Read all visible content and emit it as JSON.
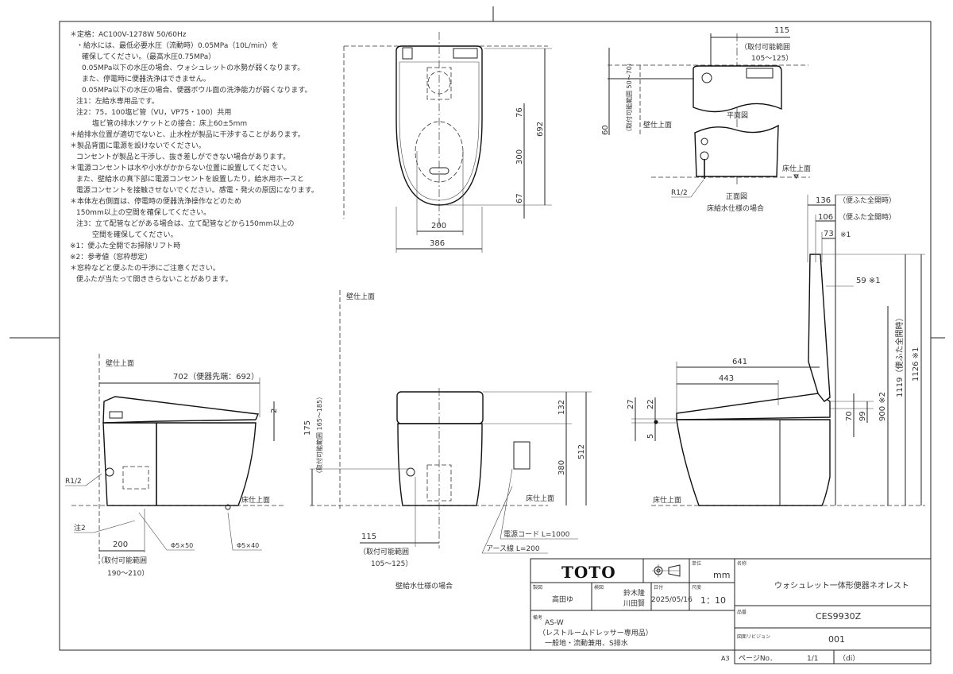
{
  "notes": [
    "＊定格：AC100V-1278W 50/60Hz",
    "・給水には、最低必要水圧（流動時）0.05MPa（10L/min）を",
    "確保してください。（最高水圧0.75MPa）",
    "0.05MPa以下の水圧の場合、ウォシュレットの水勢が弱くなります。",
    "また、停電時に便器洗浄はできません。",
    "0.05MPa以下の水圧の場合、便器ボウル面の洗浄能力が弱くなります。",
    "注1：左給水専用品です。",
    "注2：75，100塩ビ管（VU，VP75・100）共用",
    "塩ビ管の排水ソケットとの接合：床上60±5mm",
    "＊給排水位置が適切でないと、止水栓が製品に干渉することがあります。",
    "＊製品背面に電源を設けないでください。",
    "コンセントが製品と干渉し、抜き差しができない場合があります。",
    "＊電源コンセントは水や小水がかからない位置に設置してください。",
    "また、壁給水の真下部に電源コンセントを設置したり，給水用ホースと",
    "電源コンセントを接触させないでください。感電・発火の原因になります。",
    "＊本体左右側面は、停電時の便器洗浄操作などのため",
    "150mm以上の空間を確保してください。",
    "注3：立て配管などがある場合は、立て配管などから150mm以上の",
    "空間を確保してください。",
    "※1：便ふた全開でお掃除リフト時",
    "※2：参考値（窓枠想定）",
    "＊窓枠などと便ふたの干渉にご注意ください。",
    "便ふたが当たって開ききらないことがあります。"
  ],
  "plan_view": {
    "dims": {
      "width": "386",
      "bowl_width": "200",
      "length": "692",
      "d76": "76",
      "d300": "300",
      "d67": "67"
    }
  },
  "floor_supply": {
    "dim_115": "115",
    "range_label": "（取付可能範囲",
    "range_115": "105～125）",
    "dim_60": "60",
    "range_60": "（取付可能範囲 50～70）",
    "wall_label": "壁仕上面",
    "plan_label": "平面図",
    "floor_label": "床仕上面",
    "r12": "R1/2",
    "front_label": "正面図",
    "caption": "床給水仕様の場合"
  },
  "side_view": {
    "wall_label": "壁仕上面",
    "dim_702": "702（便器先端：692）",
    "dim_2": "2",
    "r12": "R1/2",
    "note2": "注2",
    "dim_200": "200",
    "range_label": "（取付可能範囲",
    "range_200": "190～210）",
    "anchor_50": "Φ5×50",
    "anchor_40": "Φ5×40",
    "floor_label": "床仕上面"
  },
  "front_view": {
    "wall_label": "壁仕上面",
    "dim_175": "175",
    "range_175": "（取付可能範囲 165～185）",
    "dim_132": "132",
    "dim_380": "380",
    "dim_512": "512",
    "dim_115": "115",
    "range_label": "（取付可能範囲",
    "range_115": "105～125）",
    "power_cord": "電源コード L=1000",
    "earth_wire": "アース線 L=200",
    "floor_label": "床仕上面",
    "caption": "壁給水仕様の場合"
  },
  "open_view": {
    "dim_136": "136",
    "dim_106": "106",
    "dim_73": "73",
    "note_open": "（便ふた全開時）",
    "note_open2": "（便ふた全開時）",
    "mark1": "※1",
    "dim_59": "59 ※1",
    "dim_641": "641",
    "dim_443": "443",
    "dim_27": "27",
    "dim_22": "22",
    "dim_5": "5",
    "dim_70": "70",
    "dim_99": "99",
    "dim_900": "900 ※2",
    "dim_1119": "1119（便ふた全開時）",
    "dim_1126": "1126 ※1",
    "floor_label": "床仕上面"
  },
  "title_block": {
    "logo": "TOTO",
    "unit_label": "単位",
    "unit": "mm",
    "name_label": "名称",
    "name": "ウォシュレット一体形便器ネオレスト",
    "drawn_label": "製図",
    "drawn_by": "高田ゆ",
    "checked_label": "検図",
    "checked_by_1": "鈴木隆",
    "checked_by_2": "川田賢",
    "date_label": "日付",
    "date": "2025/05/16",
    "scale_label": "尺度",
    "scale": "1：10",
    "product_label": "品番",
    "product_no": "CES9930Z",
    "remarks_label": "備考",
    "remarks_1": "AS-W",
    "remarks_2": "（レストルームドレッサー専用品）",
    "remarks_3": "一般地・流動兼用、S排水",
    "revision_label": "図面リビジョン",
    "revision": "001",
    "paper": "A3",
    "page_label": "ページNo．",
    "page": "1/1",
    "sheet_mark": "（di）"
  }
}
